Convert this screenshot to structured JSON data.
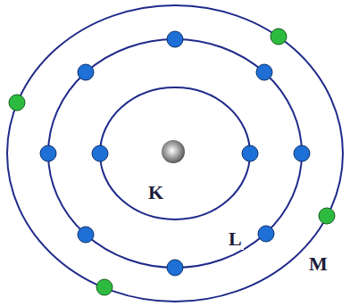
{
  "diagram": {
    "labels": [
      "K",
      "L",
      "M"
    ]
  }
}
